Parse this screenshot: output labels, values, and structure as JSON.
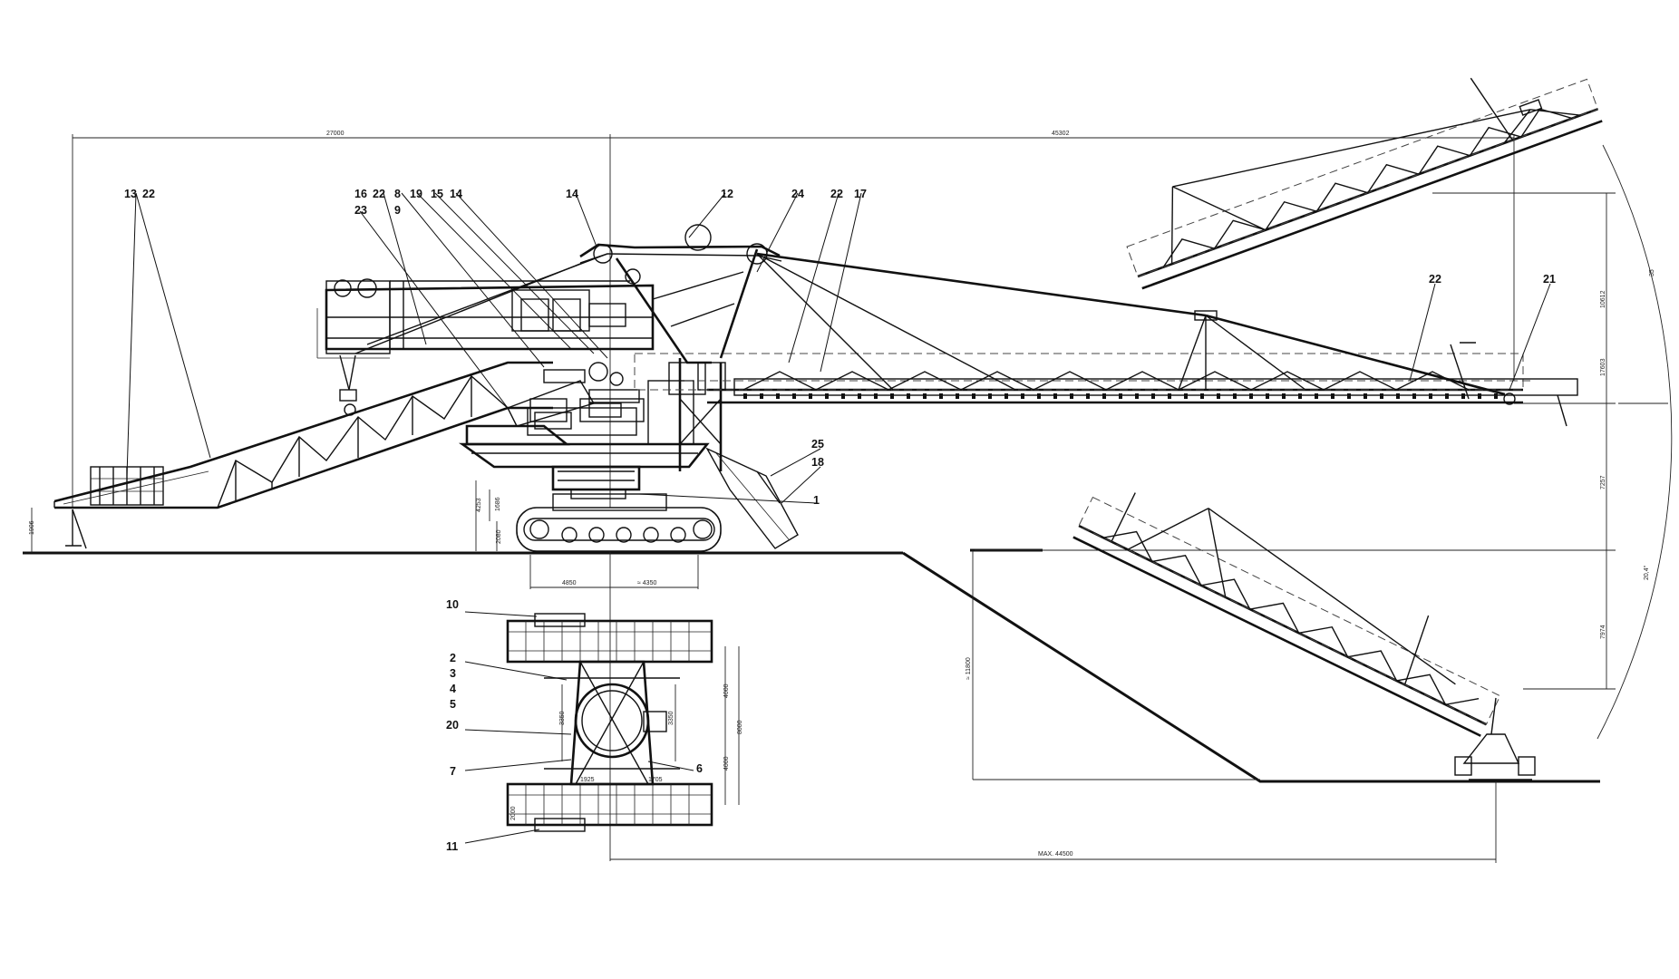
{
  "callouts": {
    "c13": "13",
    "c22a": "22",
    "c16": "16",
    "c23": "23",
    "c22b": "22",
    "c8": "8",
    "c9": "9",
    "c19": "19",
    "c15": "15",
    "c14a": "14",
    "c14b": "14",
    "c12": "12",
    "c24": "24",
    "c22c": "22",
    "c17": "17",
    "c22d": "22",
    "c21": "21",
    "c25": "25",
    "c18": "18",
    "c1": "1",
    "c10": "10",
    "c2": "2",
    "c3": "3",
    "c4": "4",
    "c5": "5",
    "c20": "20",
    "c7": "7",
    "c6": "6",
    "c11": "11"
  },
  "dimensions": {
    "d27000": "27000",
    "d45302": "45302",
    "d1906": "1906",
    "d4253": "4253",
    "d1686": "1686",
    "d2080": "2080",
    "d4850": "4850",
    "d4350": "≈ 4350",
    "d10612": "10612",
    "d17603": "17603",
    "d7257": "7257",
    "d7974": "7974",
    "d11800": "≈ 11800",
    "dmax": "MAX. 44500",
    "dr": "35",
    "dangle": "20,4°",
    "p3350a": "3350",
    "p3350b": "3350",
    "p4000a": "4000",
    "p4000b": "4000",
    "p8000": "8000",
    "p1925": "1925",
    "p1705": "1705",
    "p2000": "2000"
  }
}
